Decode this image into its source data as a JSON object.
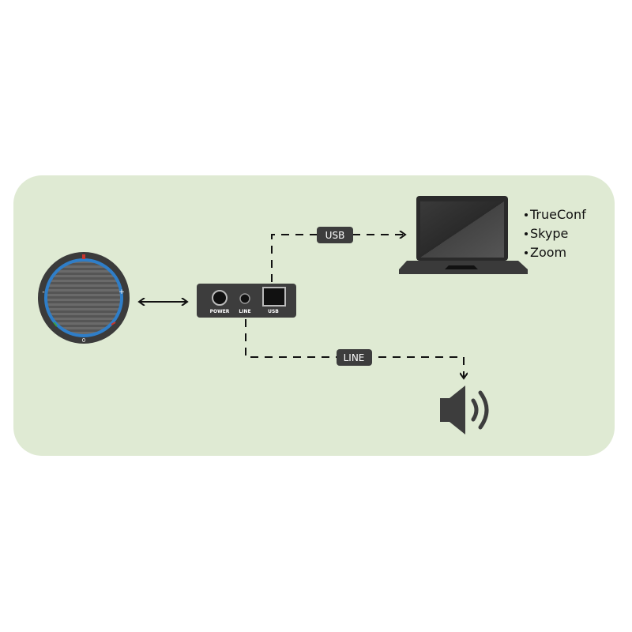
{
  "device_labels": {
    "power": "POWER",
    "line": "LINE",
    "usb": "USB"
  },
  "connections": {
    "usb": "USB",
    "line": "LINE"
  },
  "software": [
    "TrueConf",
    "Skype",
    "Zoom"
  ],
  "speakerphone_marks": {
    "minus": "-",
    "plus": "+",
    "bottom": "0"
  },
  "colors": {
    "panel": "#dfead3",
    "device": "#3d3d3d",
    "ring": "#2f7ec8",
    "line": "#111111"
  }
}
